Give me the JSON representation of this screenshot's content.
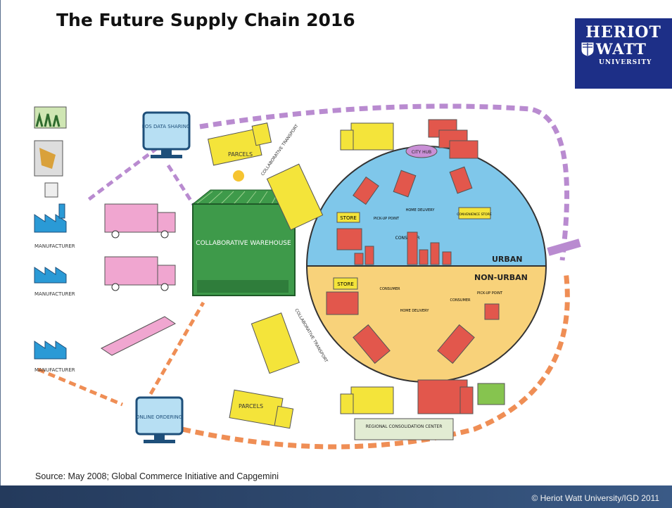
{
  "slide": {
    "title": "The Future Supply Chain 2016",
    "source": "Source: May 2008; Global Commerce Initiative and Capgemini",
    "copyright": "© Heriot Watt University/IGD 2011"
  },
  "logo": {
    "line1": "HERIOT",
    "line2": "WATT",
    "line3": "UNIVERSITY"
  },
  "diagram": {
    "labels": {
      "pos": "POS DATA SHARING",
      "parcels_top": "PARCELS",
      "parcels_bottom": "PARCELS",
      "collab_transport_top": "COLLABORATIVE TRANSPORT",
      "collab_transport_bottom": "COLLABORATIVE TRANSPORT",
      "city_hub": "CITY HUB",
      "pick_up_urban": "PICK-UP POINT",
      "home_delivery_urban": "HOME DELIVERY",
      "convenience_store": "CONVENIENCE STORE",
      "store_urban": "STORE",
      "consumer_urban": "CONSUMER",
      "urban": "URBAN",
      "non_urban": "NON-URBAN",
      "store_nonurban": "STORE",
      "consumer_nonurban_left": "CONSUMER",
      "consumer_nonurban_right": "CONSUMER",
      "home_delivery_nonurban": "HOME DELIVERY",
      "pick_up_nonurban": "PICK-UP POINT",
      "warehouse": "COLLABORATIVE WAREHOUSE",
      "manufacturer_1": "MANUFACTURER",
      "manufacturer_2": "MANUFACTURER",
      "manufacturer_3": "MANUFACTURER",
      "online_ordering": "ONLINE ORDERING",
      "regional_center": "REGIONAL CONSOLIDATION CENTER"
    },
    "colors": {
      "urban": "#7fc7ea",
      "non_urban": "#f8d27a",
      "warehouse": "#3e9a4a",
      "truck_yellow": "#f4e43a",
      "truck_red": "#e2574c",
      "truck_pink": "#f0a6d0",
      "purple_arrow": "#b98bd0",
      "orange_arrow": "#ef8e55",
      "manufacturer": "#2a9ad6"
    }
  }
}
